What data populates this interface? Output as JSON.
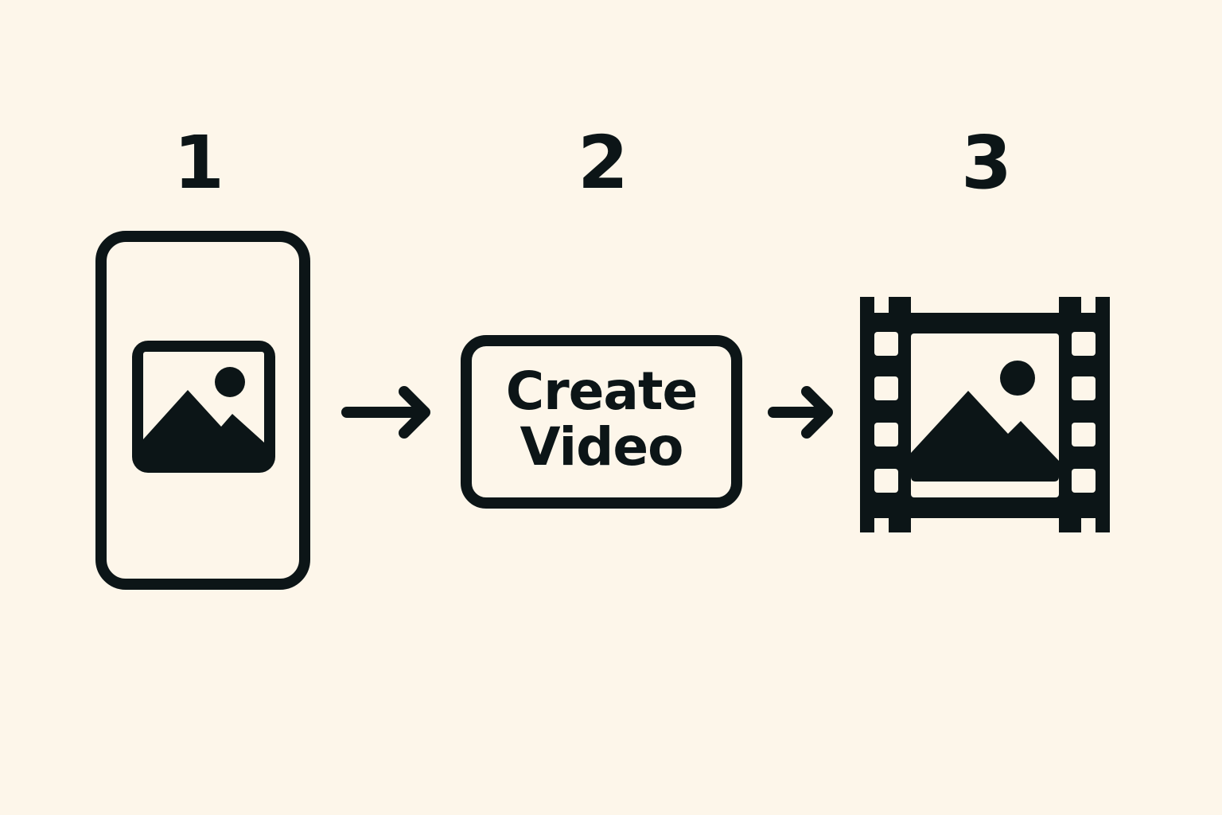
{
  "steps": [
    {
      "number": "1",
      "icon": "phone-image-icon"
    },
    {
      "number": "2",
      "button_label": "Create\nVideo"
    },
    {
      "number": "3",
      "icon": "film-strip-icon"
    }
  ],
  "connectors": [
    "arrow-right-icon",
    "arrow-right-icon"
  ],
  "colors": {
    "background": "#fdf6ea",
    "ink": "#0c1517"
  }
}
